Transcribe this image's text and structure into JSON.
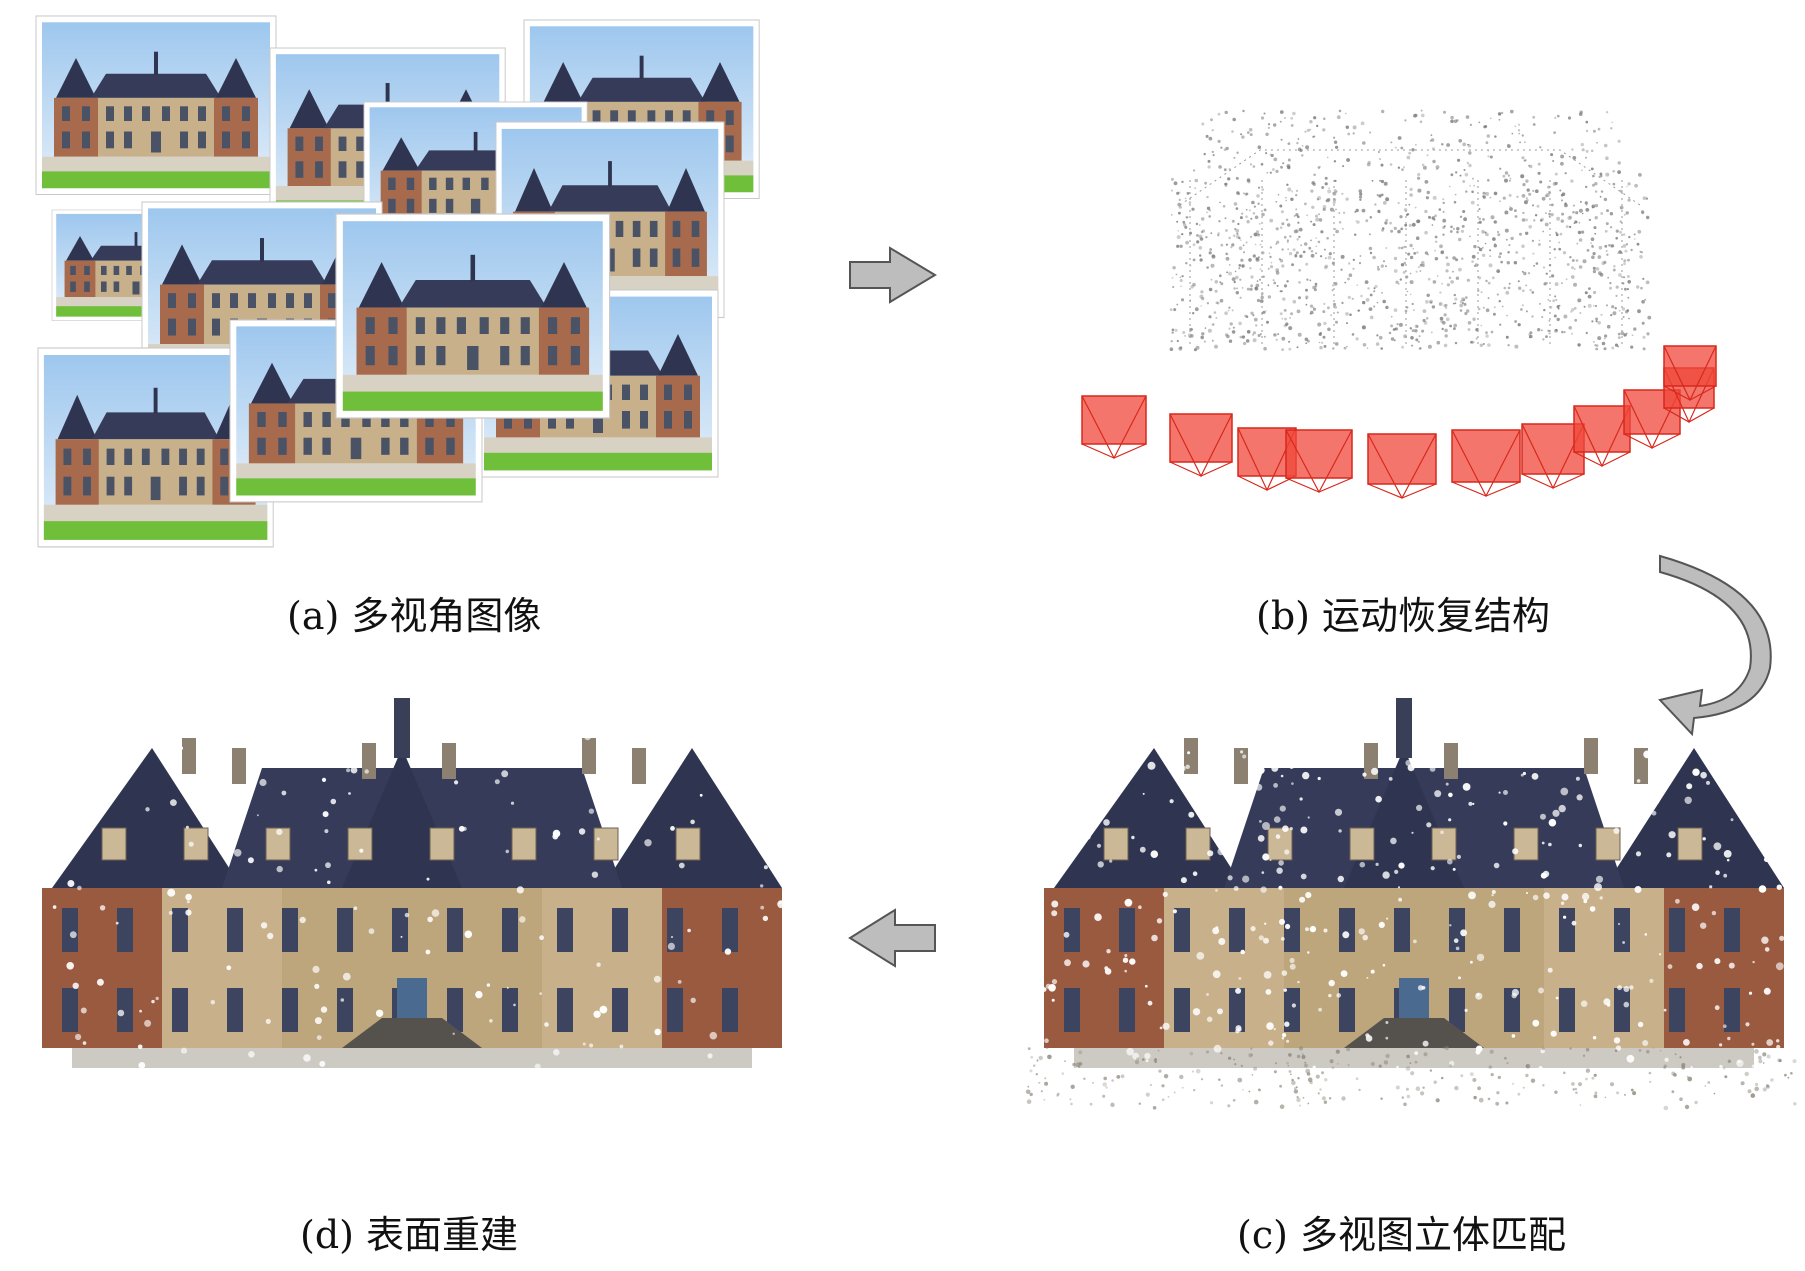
{
  "captions": {
    "a": "(a) 多视角图像",
    "b": "(b) 运动恢复结构",
    "c": "(c) 多视图立体匹配",
    "d": "(d) 表面重建"
  },
  "colors": {
    "sky": "#bcd8f2",
    "facade": "#c8b08a",
    "brick": "#9a5a40",
    "roof": "#2f3550",
    "grass": "#6fbf3a",
    "camera": "#f0473a",
    "arrow_fill": "#bdbdbd",
    "arrow_stroke": "#555555",
    "points": "#7a7a7a"
  }
}
